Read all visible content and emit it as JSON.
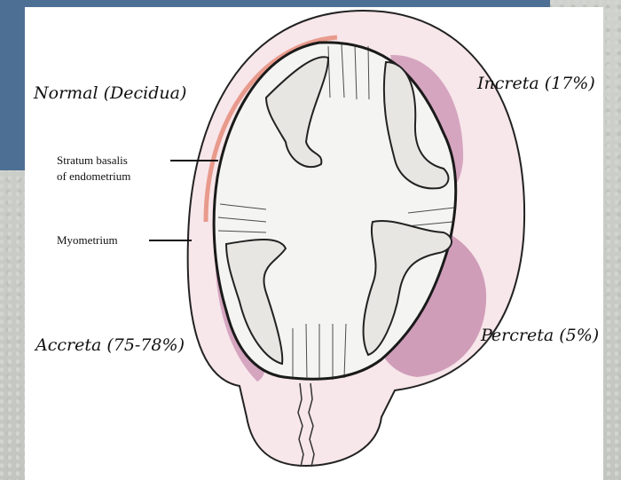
{
  "labels": {
    "normal": "Normal (Decidua)",
    "increta": "Increta (17%)",
    "accreta": "Accreta (75-78%)",
    "percreta": "Percreta (5%)"
  },
  "annotations": {
    "stratum_line1": "Stratum basalis",
    "stratum_line2": "of endometrium",
    "myometrium": "Myometrium"
  },
  "colors": {
    "background_blue": "#4d6f94",
    "invasion_pink": "#c98fb0",
    "uterine_wall": "#f7e6ea",
    "decidua_line": "#e89a8c"
  }
}
